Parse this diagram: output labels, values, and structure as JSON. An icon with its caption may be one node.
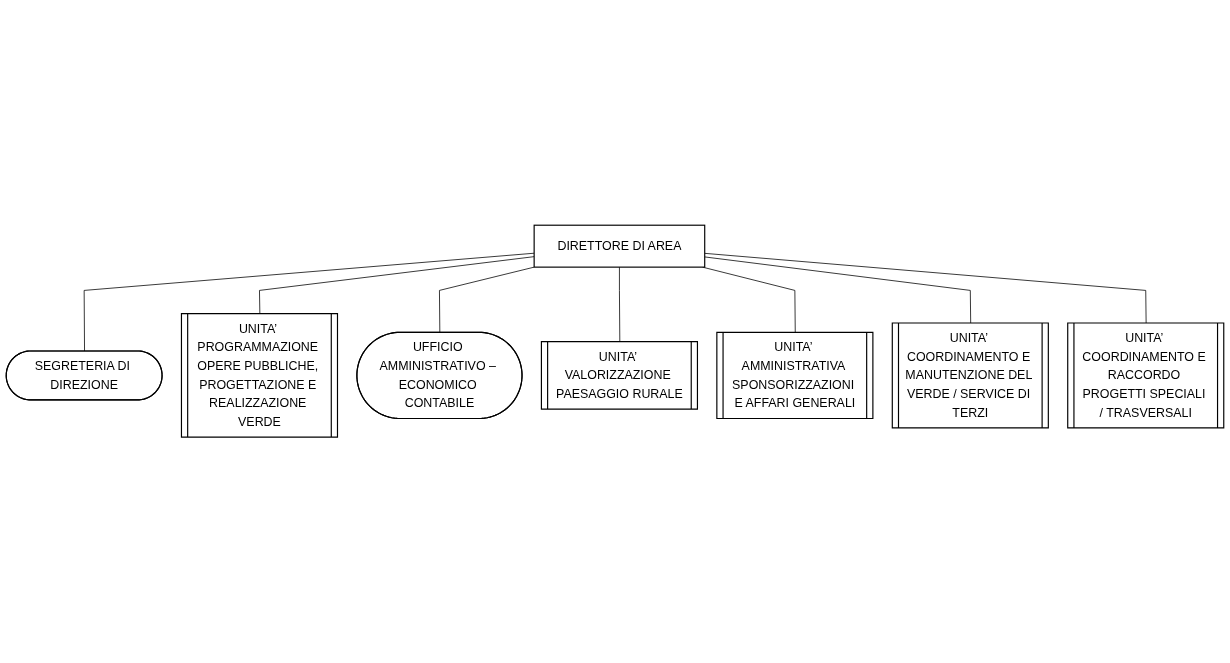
{
  "diagram": {
    "nodes": [
      {
        "text": [
          "DIRETTORE DI AREA"
        ]
      },
      {
        "text": [
          "SEGRETERIA DI DIREZIONE"
        ]
      },
      {
        "text": [
          "UNITA’ PROGRAMMAZIONE OPERE PUBBLICHE, PROGETTAZIONE E REALIZZAZIONE VERDE"
        ]
      },
      {
        "text": [
          "UFFICIO AMMINISTRATIVO – ECONOMICO CONTABILE"
        ]
      },
      {
        "text": [
          "UNITA’ VALORIZZAZIONE PAESAGGIO RURALE"
        ]
      },
      {
        "text": [
          "UNITA’ AMMINISTRATIVA SPONSORIZZAZIONI E AFFARI GENERALI"
        ]
      },
      {
        "text": [
          "UNITA’ COORDINAMENTO E MANUTENZIONE DEL VERDE / SERVICE DI TERZI"
        ]
      },
      {
        "text": [
          "UNITA’ COORDINAMENTO E RACCORDO PROGETTI SPECIALI / TRASVERSALI"
        ]
      }
    ],
    "edges": [
      {
        "from": 0,
        "to": 1,
        "arrow": "none"
      },
      {
        "from": 0,
        "to": 2,
        "arrow": "none"
      },
      {
        "from": 0,
        "to": 3,
        "arrow": "none"
      },
      {
        "from": 0,
        "to": 4,
        "arrow": "none"
      },
      {
        "from": 0,
        "to": 5,
        "arrow": "none"
      },
      {
        "from": 0,
        "to": 6,
        "arrow": "none"
      },
      {
        "from": 0,
        "to": 7,
        "arrow": "none"
      }
    ]
  }
}
